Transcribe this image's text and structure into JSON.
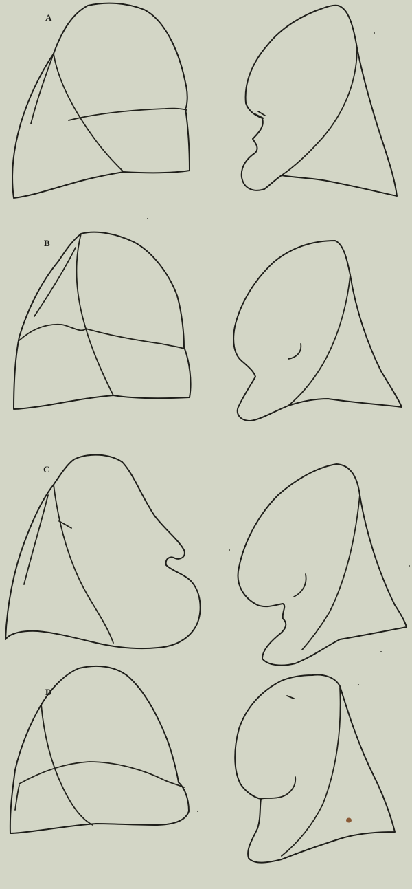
{
  "plate": {
    "rows": [
      {
        "id": "A",
        "label": "A"
      },
      {
        "id": "B",
        "label": "B"
      },
      {
        "id": "C",
        "label": "C"
      },
      {
        "id": "D",
        "label": "D"
      }
    ]
  }
}
